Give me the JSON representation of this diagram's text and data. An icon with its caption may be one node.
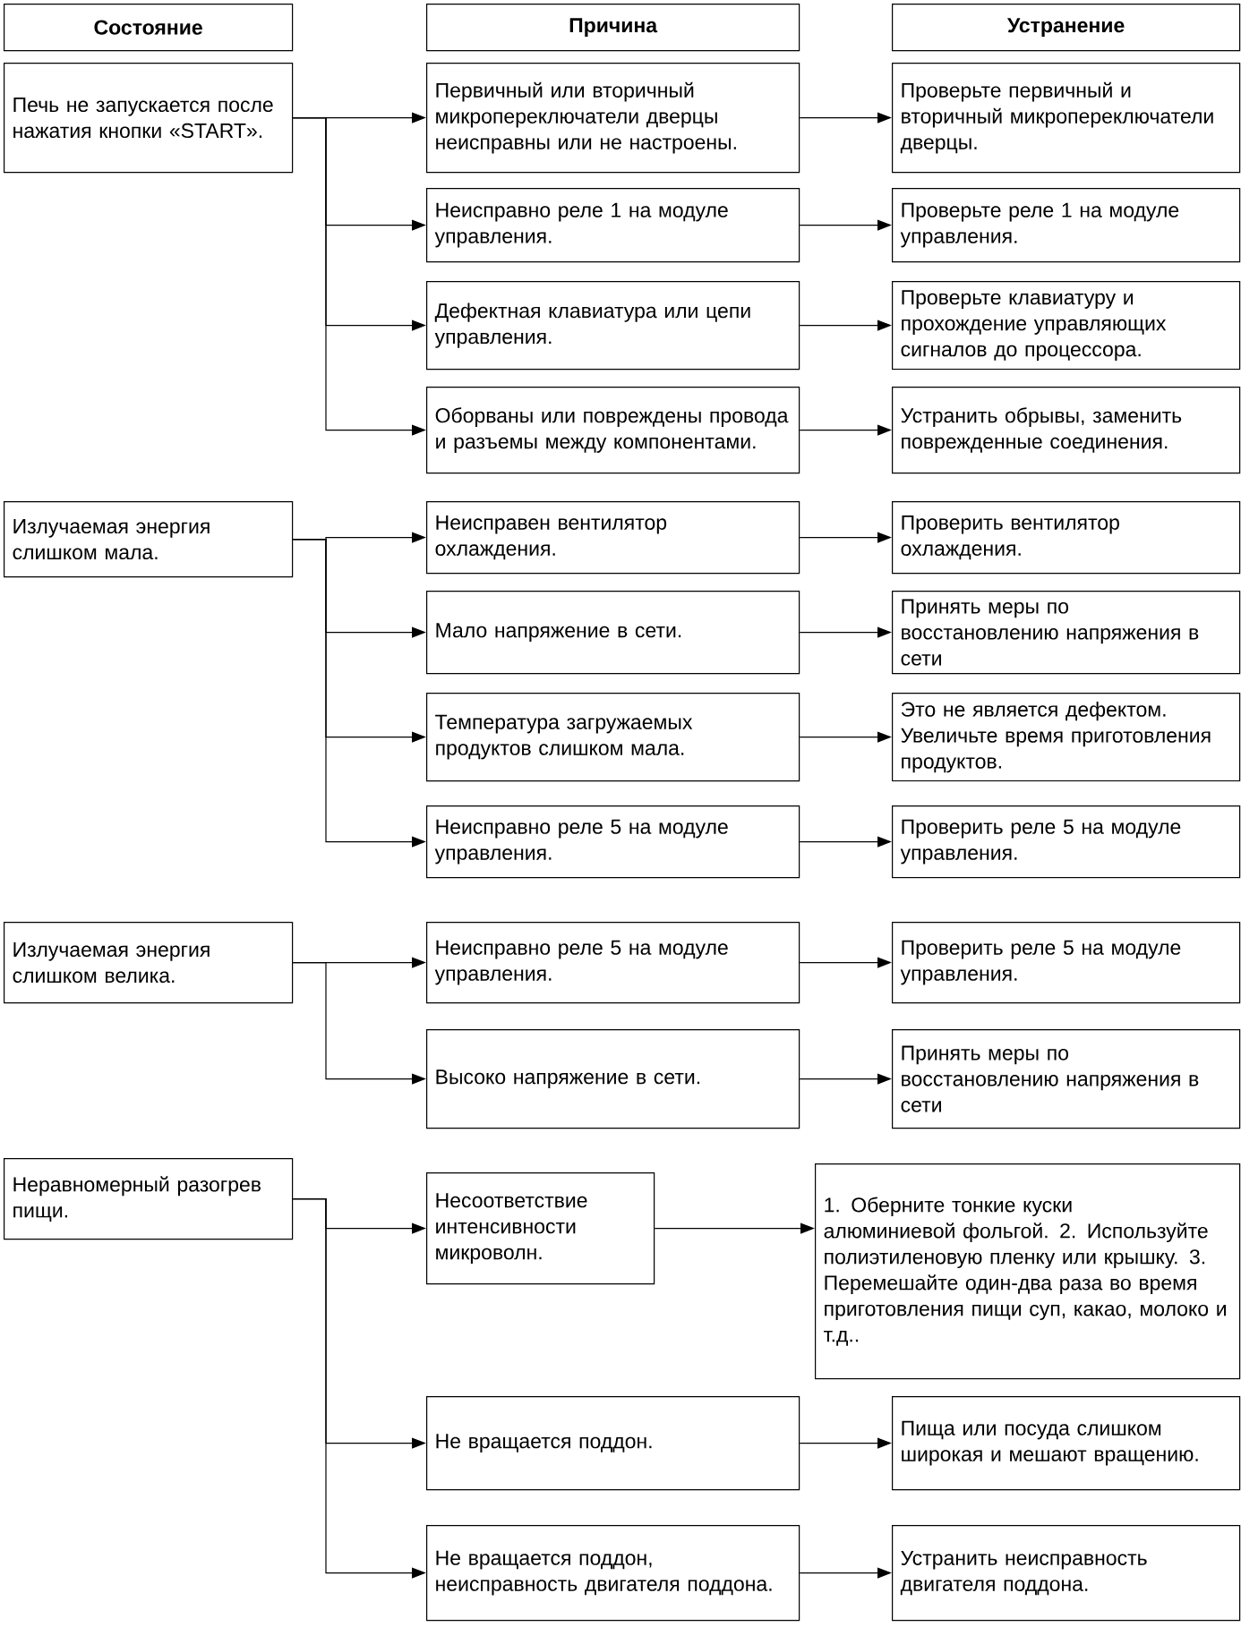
{
  "diagram": {
    "nodes": [
      {
        "text": [
          "Состояние"
        ]
      },
      {
        "text": [
          "Причина"
        ]
      },
      {
        "text": [
          "Устранение"
        ]
      },
      {
        "text": [
          "Печь не запускается после нажатия кнопки «START»."
        ]
      },
      {
        "text": [
          "Первичный или вторичный микропереключатели дверцы неисправны или не настроены."
        ]
      },
      {
        "text": [
          "Проверьте первичный и вторичный микропереключатели дверцы."
        ]
      },
      {
        "text": [
          "Неисправно реле 1 на модуле управления."
        ]
      },
      {
        "text": [
          "Проверьте реле 1 на модуле управления."
        ]
      },
      {
        "text": [
          "Дефектная клавиатура или цепи управления."
        ]
      },
      {
        "text": [
          "Проверьте клавиатуру и прохождение управляющих сигналов до процессора."
        ]
      },
      {
        "text": [
          "Оборваны или повреждены провода и разъемы между компонентами."
        ]
      },
      {
        "text": [
          "Устранить обрывы, заменить поврежденные соединения."
        ]
      },
      {
        "text": [
          "Излучаемая энергия слишком мала."
        ]
      },
      {
        "text": [
          "Неисправен вентилятор охлаждения."
        ]
      },
      {
        "text": [
          "Проверить вентилятор охлаждения."
        ]
      },
      {
        "text": [
          "Мало напряжение в сети."
        ]
      },
      {
        "text": [
          "Принять меры по восстановлению напряжения в сети"
        ]
      },
      {
        "text": [
          "Температура загружаемых продуктов слишком мала."
        ]
      },
      {
        "text": [
          "Это не является дефектом. Увеличьте время приготовления продуктов."
        ]
      },
      {
        "text": [
          "Неисправно реле 5 на модуле управления."
        ]
      },
      {
        "text": [
          "Проверить реле 5 на модуле управления."
        ]
      },
      {
        "text": [
          "Излучаемая энергия слишком велика."
        ]
      },
      {
        "text": [
          "Неисправно реле 5 на модуле управления."
        ]
      },
      {
        "text": [
          "Проверить реле 5 на модуле управления."
        ]
      },
      {
        "text": [
          "Высоко напряжение в сети."
        ]
      },
      {
        "text": [
          "Принять меры по восстановлению напряжения в сети"
        ]
      },
      {
        "text": [
          "Неравномерный разогрев пищи."
        ]
      },
      {
        "text": [
          "Несоответствие интенсивности микроволн."
        ]
      },
      {
        "text": [
          "1. Оберните тонкие куски алюминиевой фольгой. 2. Используйте полиэтиленовую пленку или крышку. 3. Перемешайте один-два раза во время приготовления пищи суп, какао, молоко и т.д.."
        ]
      },
      {
        "text": [
          "Не вращается поддон."
        ]
      },
      {
        "text": [
          "Пища или посуда слишком широкая и мешают вращению."
        ]
      },
      {
        "text": [
          "Не вращается поддон, неисправность двигателя поддона."
        ]
      },
      {
        "text": [
          "Устранить неисправность двигателя поддона."
        ]
      }
    ],
    "edges": [
      {
        "from": 3,
        "to": 4,
        "arrow": "to"
      },
      {
        "from": 4,
        "to": 5,
        "arrow": "to"
      },
      {
        "from": 3,
        "to": 6,
        "arrow": "to"
      },
      {
        "from": 6,
        "to": 7,
        "arrow": "to"
      },
      {
        "from": 3,
        "to": 8,
        "arrow": "to"
      },
      {
        "from": 8,
        "to": 9,
        "arrow": "to"
      },
      {
        "from": 3,
        "to": 10,
        "arrow": "to"
      },
      {
        "from": 10,
        "to": 11,
        "arrow": "to"
      },
      {
        "from": 12,
        "to": 13,
        "arrow": "to"
      },
      {
        "from": 13,
        "to": 14,
        "arrow": "to"
      },
      {
        "from": 12,
        "to": 15,
        "arrow": "to"
      },
      {
        "from": 15,
        "to": 16,
        "arrow": "to"
      },
      {
        "from": 12,
        "to": 17,
        "arrow": "to"
      },
      {
        "from": 17,
        "to": 18,
        "arrow": "to"
      },
      {
        "from": 12,
        "to": 19,
        "arrow": "to"
      },
      {
        "from": 19,
        "to": 20,
        "arrow": "to"
      },
      {
        "from": 21,
        "to": 22,
        "arrow": "to"
      },
      {
        "from": 22,
        "to": 23,
        "arrow": "to"
      },
      {
        "from": 21,
        "to": 24,
        "arrow": "to"
      },
      {
        "from": 24,
        "to": 25,
        "arrow": "to"
      },
      {
        "from": 26,
        "to": 27,
        "arrow": "to"
      },
      {
        "from": 27,
        "to": 28,
        "arrow": "to"
      },
      {
        "from": 26,
        "to": 29,
        "arrow": "to"
      },
      {
        "from": 29,
        "to": 30,
        "arrow": "to"
      },
      {
        "from": 26,
        "to": 31,
        "arrow": "to"
      },
      {
        "from": 31,
        "to": 32,
        "arrow": "to"
      }
    ]
  }
}
